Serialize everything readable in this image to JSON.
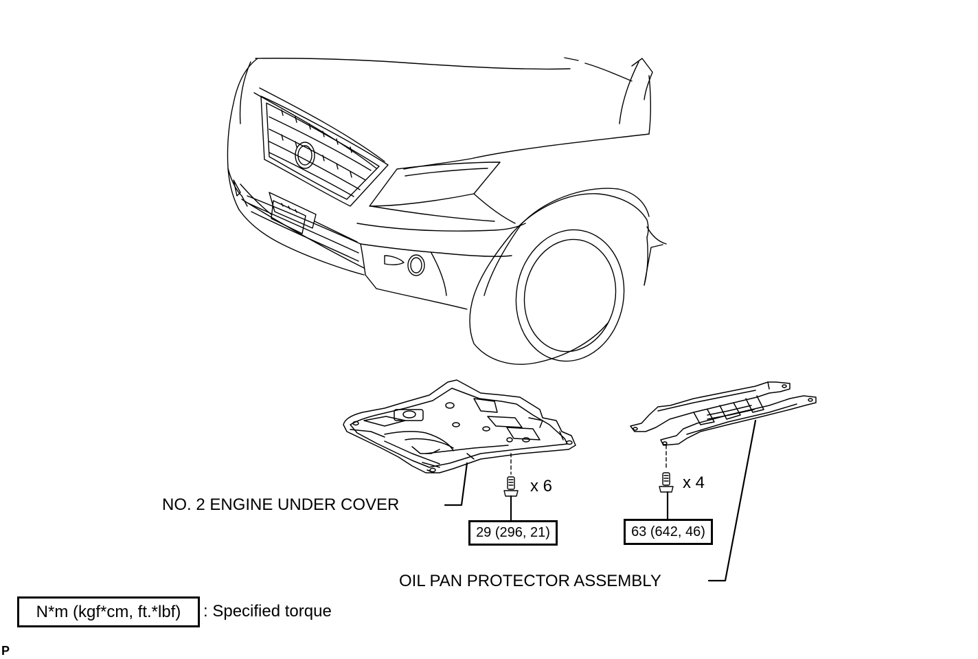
{
  "labels": {
    "under_cover": "NO. 2 ENGINE UNDER COVER",
    "protector": "OIL PAN PROTECTOR ASSEMBLY"
  },
  "fasteners": {
    "left_qty": "x 6",
    "right_qty": "x 4"
  },
  "torque": {
    "left": "29 (296, 21)",
    "right": "63 (642, 46)"
  },
  "legend": {
    "unit": "N*m (kgf*cm, ft.*lbf)",
    "desc": ": Specified torque"
  },
  "corner_mark": "P"
}
